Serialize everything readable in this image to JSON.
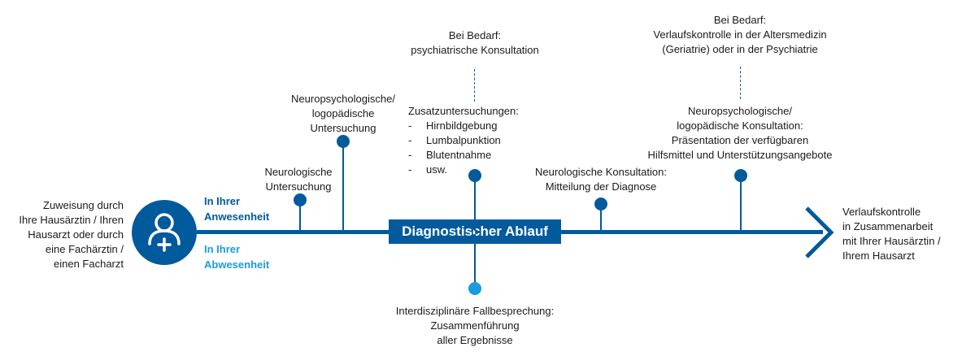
{
  "referral": {
    "lines": [
      "Zuweisung durch",
      "Ihre Hausärztin / Ihren",
      "Hausarzt oder durch",
      "eine Fachärztin /",
      "einen Facharzt"
    ]
  },
  "presence": {
    "lines": [
      "In Ihrer",
      "Anwesenheit"
    ],
    "color": "#005a9c"
  },
  "absence": {
    "lines": [
      "In Ihrer",
      "Abwesenheit"
    ],
    "color": "#1a9be0"
  },
  "banner": {
    "label": "Diagnostischer Ablauf"
  },
  "neurological_exam": {
    "lines": [
      "Neurologische",
      "Untersuchung"
    ]
  },
  "neuropsych_exam": {
    "lines": [
      "Neuropsychologische/",
      "logopädische",
      "Untersuchung"
    ]
  },
  "psychiatric": {
    "lines": [
      "Bei Bedarf:",
      "psychiatrische Konsultation"
    ]
  },
  "additional_exams": {
    "title": "Zusatzuntersuchungen:",
    "items": [
      {
        "dash": "-",
        "text": "Hirnbildgebung"
      },
      {
        "dash": "-",
        "text": "Lumbalpunktion"
      },
      {
        "dash": "-",
        "text": "Blutentnahme"
      },
      {
        "dash": "-",
        "text": "usw."
      }
    ]
  },
  "interdisciplinary": {
    "lines": [
      "Interdisziplinäre Fallbesprechung:",
      "Zusammenführung",
      "aller Ergebnisse"
    ],
    "dot_color": "#1a9be0"
  },
  "neuro_consult": {
    "lines": [
      "Neurologische Konsultation:",
      "Mitteilung der Diagnose"
    ]
  },
  "geriatric": {
    "lines": [
      "Bei Bedarf:",
      "Verlaufskontrolle in der Altersmedizin",
      "(Geriatrie) oder in der Psychiatrie"
    ]
  },
  "neuropsych_consult": {
    "lines": [
      "Neuropsychologische/",
      "logopädische Konsultation:",
      "Präsentation der verfügbaren",
      "Hilfsmittel und Unterstützungsangebote"
    ]
  },
  "followup": {
    "lines": [
      "Verlaufskontrolle",
      "in Zusammenarbeit",
      "mit Ihrer Hausärztin /",
      "Ihrem Hausarzt"
    ]
  },
  "colors": {
    "primary": "#005a9c",
    "light": "#1a9be0"
  }
}
